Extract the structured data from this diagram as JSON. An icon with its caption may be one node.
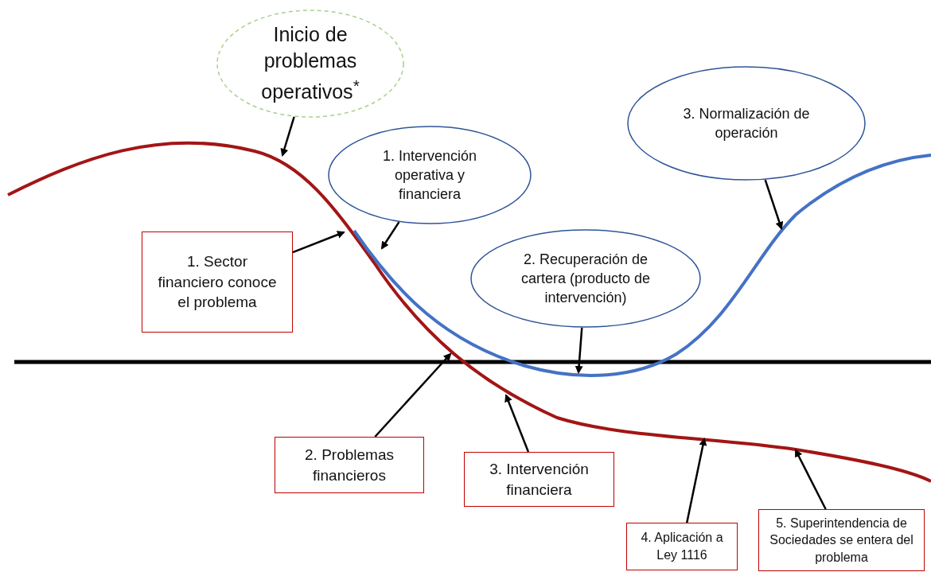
{
  "diagram": {
    "nodes": [
      {
        "text": [
          "Inicio de problemas operativos$^{*}$"
        ]
      },
      {
        "text": [
          "1. Intervención operativa y financiera"
        ]
      },
      {
        "text": [
          "2. Recuperación de cartera (producto de intervención)"
        ]
      },
      {
        "text": [
          "3. Normalización de operación"
        ]
      },
      {
        "text": [
          "1. Sector financiero conoce el problema"
        ]
      },
      {
        "text": [
          "2. Problemas financieros"
        ]
      },
      {
        "text": [
          "3. Intervención financiera"
        ]
      },
      {
        "text": [
          "4. Aplicación a Ley 1116"
        ]
      },
      {
        "text": [
          "5. Superintendencia de Sociedades se entera del problema"
        ]
      }
    ],
    "edges": [
      {
        "from": 0,
        "to": null,
        "arrow": "to"
      },
      {
        "from": 1,
        "to": null,
        "arrow": "to"
      },
      {
        "from": 4,
        "to": null,
        "arrow": "to"
      },
      {
        "from": 2,
        "to": null,
        "arrow": "to"
      },
      {
        "from": 3,
        "to": null,
        "arrow": "to"
      },
      {
        "from": 5,
        "to": null,
        "arrow": "to"
      },
      {
        "from": 6,
        "to": null,
        "arrow": "to"
      },
      {
        "from": 7,
        "to": null,
        "arrow": "to"
      },
      {
        "from": 8,
        "to": null,
        "arrow": "to"
      }
    ]
  }
}
